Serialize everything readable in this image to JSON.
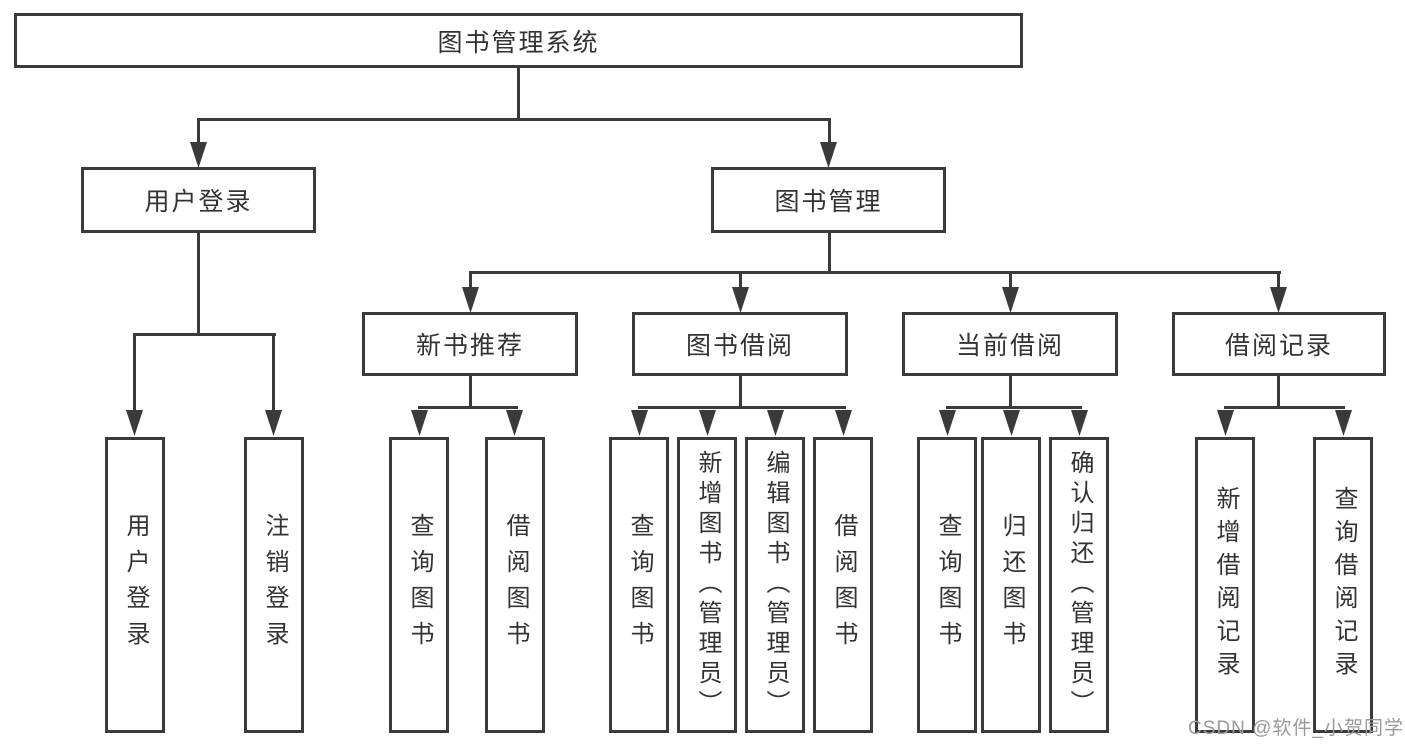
{
  "diagram": {
    "nodes": {
      "root": "图书管理系统",
      "user_login": "用户登录",
      "book_mgmt": "图书管理",
      "leaf_user_login": "用户登录",
      "leaf_logout": "注销登录",
      "new_books": "新书推荐",
      "book_borrow": "图书借阅",
      "current_borrow": "当前借阅",
      "borrow_records": "借阅记录",
      "nb_query": "查询图书",
      "nb_borrow": "借阅图书",
      "bb_query": "查询图书",
      "bb_add": "新增图书（管理员）",
      "bb_edit": "编辑图书（管理员）",
      "bb_borrow": "借阅图书",
      "cb_query": "查询图书",
      "cb_return": "归还图书",
      "cb_confirm": "确认归还（管理员）",
      "br_add": "新增借阅记录",
      "br_query": "查询借阅记录"
    },
    "colors": {
      "line": "#3a3a3a",
      "text": "#333333",
      "background": "#ffffff",
      "watermark": "#999999"
    }
  },
  "watermark": "CSDN @软件_小贺同学"
}
